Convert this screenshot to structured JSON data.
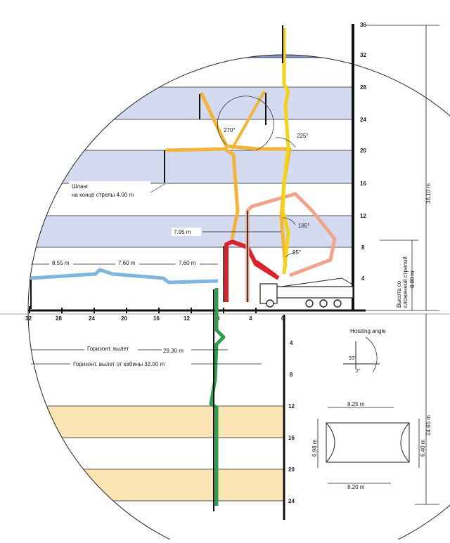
{
  "colors": {
    "band_blue_dark": "#7e92cf",
    "band_blue_light": "#d4daef",
    "band_tan": "#fbe4b3",
    "boom_yellow": "#f3d21a",
    "boom_orange": "#f3b43c",
    "boom_salmon": "#f0a48a",
    "boom_red": "#d8232a",
    "boom_blue": "#7fb6dd",
    "boom_green": "#2e9e4c"
  },
  "right_axis_ticks": [
    "36",
    "32",
    "28",
    "24",
    "20",
    "16",
    "12",
    "8",
    "4"
  ],
  "bottom_right_ticks": [
    "4",
    "8",
    "12",
    "16",
    "20",
    "24"
  ],
  "horizontal_ticks": [
    "32",
    "28",
    "24",
    "20",
    "16",
    "12",
    "8",
    "4",
    "0"
  ],
  "labels": {
    "height_total": "36.10 m",
    "depth_total": "24.65 m",
    "folded_height": "Высота со сложенной стрелой 8.80 m",
    "hose_line1": "Шланг",
    "hose_line2": "на конце стрелы 4.00 m",
    "dist_795": "7.95 m",
    "seg_855": "8.55 m",
    "seg_760a": "7.60 m",
    "seg_760b": "7.60 m",
    "reach_label": "Горизонт. вылет",
    "reach_value": "29.30 m",
    "reach_cab": "Горизонт. вылет от кабины 32.00 m",
    "angle_270": "270°",
    "angle_225": "225°",
    "angle_185": "185°",
    "angle_95": "95°",
    "hoisting_title": "Hoisting angle",
    "hoisting_93": "93°",
    "hoisting_2": "2°",
    "outrig_825": "8.25 m",
    "outrig_820": "8.20 m",
    "outrig_698": "6.98 m",
    "outrig_640": "6.40 m"
  }
}
